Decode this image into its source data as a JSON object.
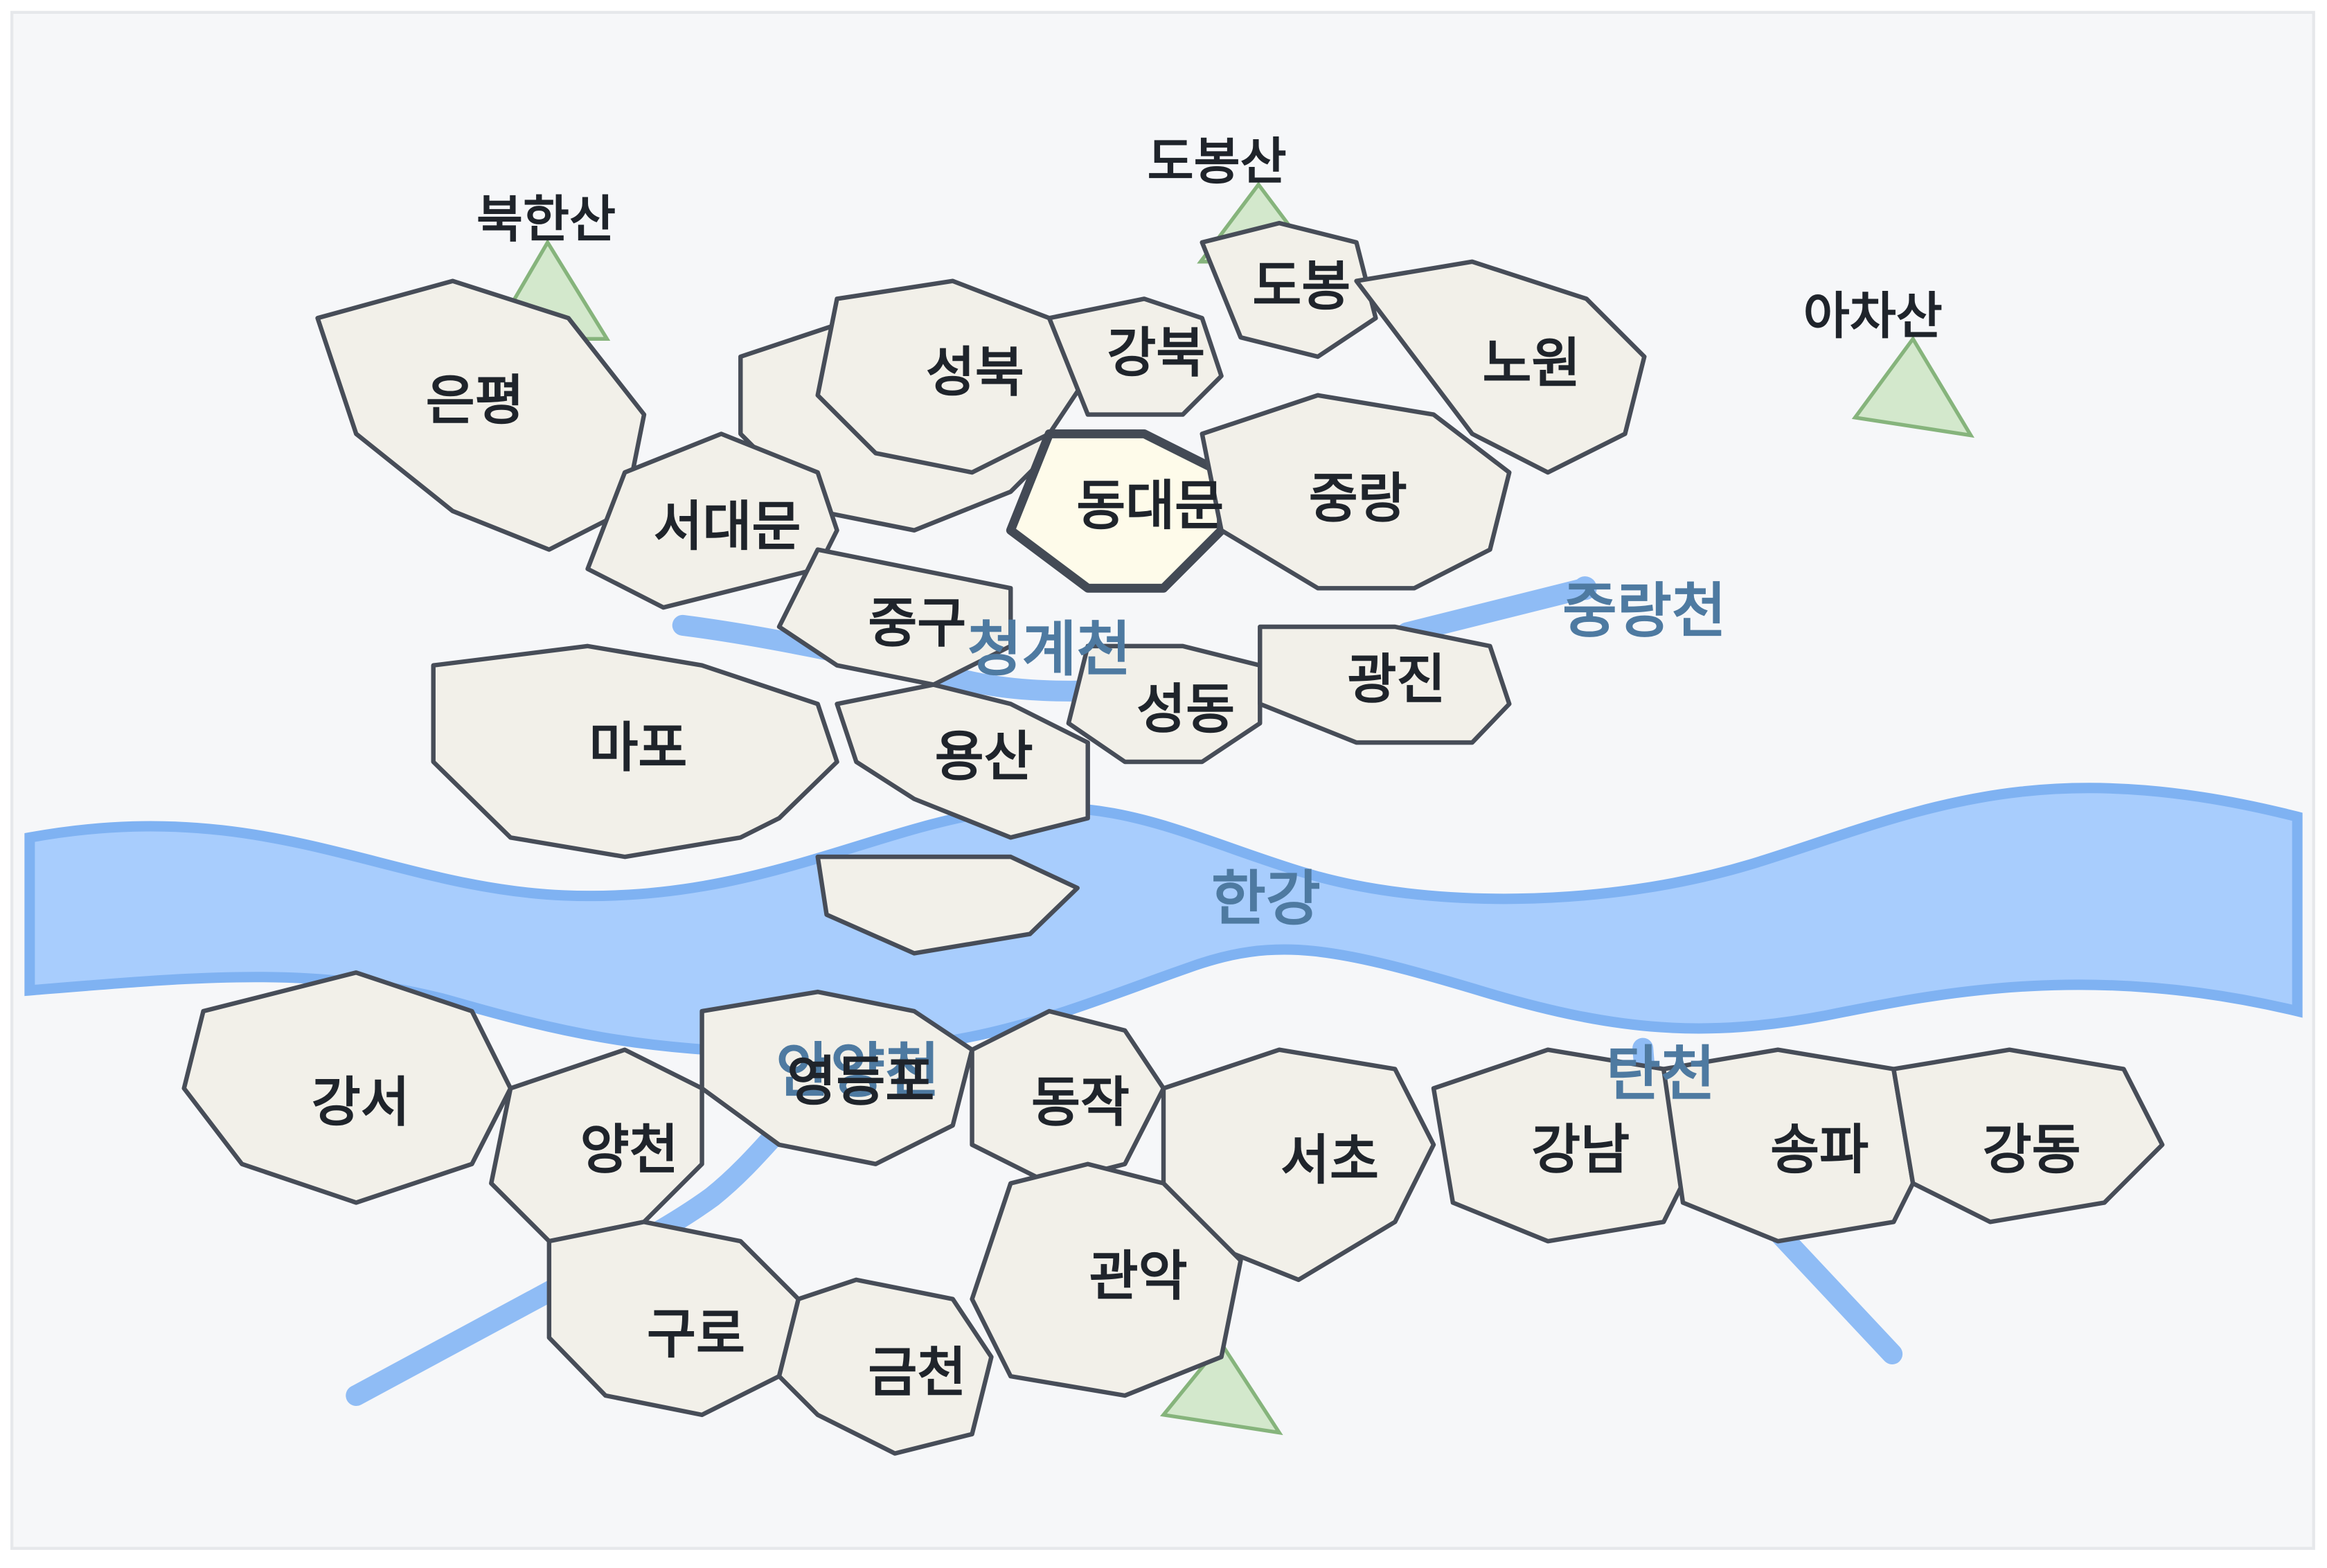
{
  "map": {
    "selected_district": "동대문",
    "colors": {
      "district_fill": "#f2f0e9",
      "selected_fill": "#fefbea",
      "water": "#a8cdfd",
      "stream": "#8fbcf5",
      "mountain": "#d3e8cc",
      "background": "#f6f7f9"
    },
    "districts": [
      {
        "id": "eunpyeong",
        "label": "은평"
      },
      {
        "id": "seodaemun",
        "label": "서대문"
      },
      {
        "id": "jongno",
        "label": ""
      },
      {
        "id": "seongbuk",
        "label": "성북"
      },
      {
        "id": "gangbuk",
        "label": "강북"
      },
      {
        "id": "dobong",
        "label": "도봉"
      },
      {
        "id": "nowon",
        "label": "노원"
      },
      {
        "id": "dongdaemun",
        "label": "동대문"
      },
      {
        "id": "jungnang",
        "label": "중랑"
      },
      {
        "id": "junggu",
        "label": "중구"
      },
      {
        "id": "mapo",
        "label": "마포"
      },
      {
        "id": "yongsan",
        "label": "용산"
      },
      {
        "id": "seongdong",
        "label": "성동"
      },
      {
        "id": "gwangjin",
        "label": "광진"
      },
      {
        "id": "island",
        "label": ""
      },
      {
        "id": "gangseo",
        "label": "강서"
      },
      {
        "id": "yangcheon",
        "label": "양천"
      },
      {
        "id": "yeongdeungpo",
        "label": "영등포"
      },
      {
        "id": "dongjak",
        "label": "동작"
      },
      {
        "id": "seocho",
        "label": "서초"
      },
      {
        "id": "gangnam",
        "label": "강남"
      },
      {
        "id": "songpa",
        "label": "송파"
      },
      {
        "id": "gangdong",
        "label": "강동"
      },
      {
        "id": "guro",
        "label": "구로"
      },
      {
        "id": "geumcheon",
        "label": "금천"
      },
      {
        "id": "gwanak",
        "label": "관악"
      }
    ],
    "waters": [
      {
        "id": "hangang",
        "label": "한강"
      },
      {
        "id": "cheonggyecheon",
        "label": "청계천"
      },
      {
        "id": "jungnangcheon",
        "label": "중랑천"
      },
      {
        "id": "anyangcheon",
        "label": "안양천"
      },
      {
        "id": "tancheon",
        "label": "탄천"
      }
    ],
    "mountains": [
      {
        "id": "bukhansan",
        "label": "북한산"
      },
      {
        "id": "dobongsan",
        "label": "도봉산"
      },
      {
        "id": "achasan",
        "label": "아차산"
      },
      {
        "id": "gwanaksan",
        "label": ""
      }
    ]
  }
}
